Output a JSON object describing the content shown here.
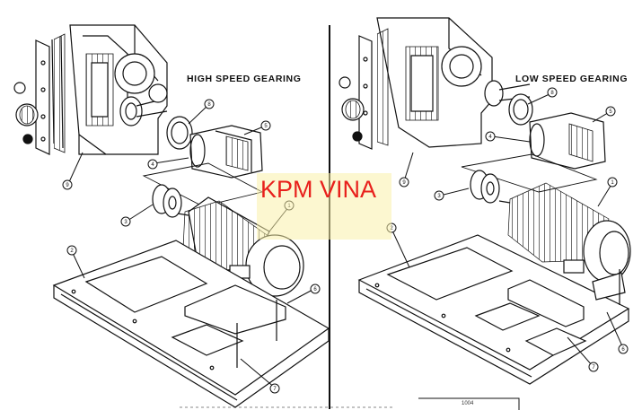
{
  "panels": {
    "high": {
      "title": "HIGH SPEED GEARING"
    },
    "low": {
      "title": "LOW SPEED GEARING"
    }
  },
  "watermark": {
    "text": "KPM VINA",
    "color": "#e8201c",
    "highlight": "#faf0aa"
  },
  "callouts": {
    "high": [
      "8",
      "5",
      "4",
      "9",
      "3",
      "1",
      "2",
      "6",
      "7"
    ],
    "low": [
      "8",
      "5",
      "4",
      "9",
      "3",
      "1",
      "2",
      "6",
      "7"
    ]
  },
  "footer": {
    "tag": "1004"
  },
  "colors": {
    "line": "#111111",
    "background": "#ffffff"
  }
}
